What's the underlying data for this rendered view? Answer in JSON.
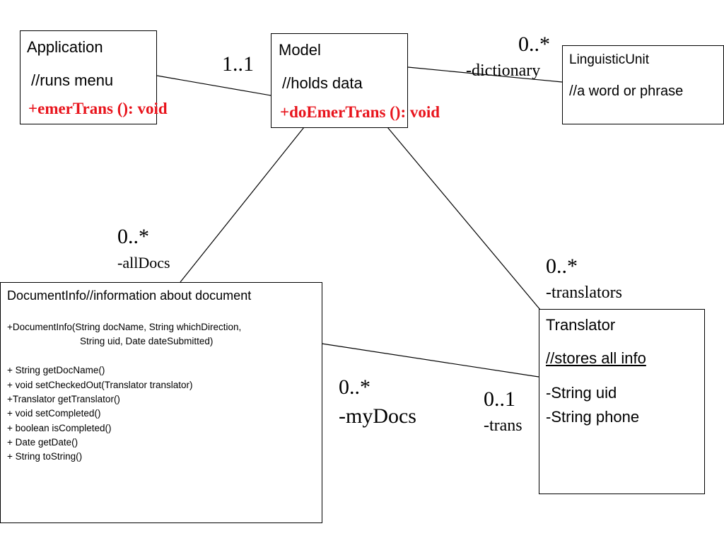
{
  "application": {
    "name": "Application",
    "comment": "//runs menu",
    "method": "+emerTrans (): void"
  },
  "model": {
    "name": "Model",
    "comment": "//holds data",
    "method": "+doEmerTrans (): void"
  },
  "linguistic_unit": {
    "name": "LinguisticUnit",
    "comment": "//a word or phrase"
  },
  "document_info": {
    "header": "DocumentInfo//information about document",
    "constructor_line1": "+DocumentInfo(String docName, String whichDirection,",
    "constructor_line2": "String uid, Date dateSubmitted)",
    "methods": [
      "+ String getDocName()",
      "+ void setCheckedOut(Translator translator)",
      "+Translator getTranslator()",
      "+ void setCompleted()",
      "+ boolean isCompleted()",
      "+ Date getDate()",
      "+ String toString()"
    ]
  },
  "translator": {
    "name": "Translator",
    "comment": "//stores all info",
    "fields": [
      "-String uid",
      "-String phone"
    ]
  },
  "associations": {
    "app_model_mult": "1..1",
    "dictionary_mult": "0..*",
    "dictionary_role": "-dictionary",
    "alldocs_mult": "0..*",
    "alldocs_role": "-allDocs",
    "translators_mult": "0..*",
    "translators_role": "-translators",
    "mydocs_mult": "0..*",
    "mydocs_role": "-myDocs",
    "trans_mult": "0..1",
    "trans_role": "-trans"
  }
}
